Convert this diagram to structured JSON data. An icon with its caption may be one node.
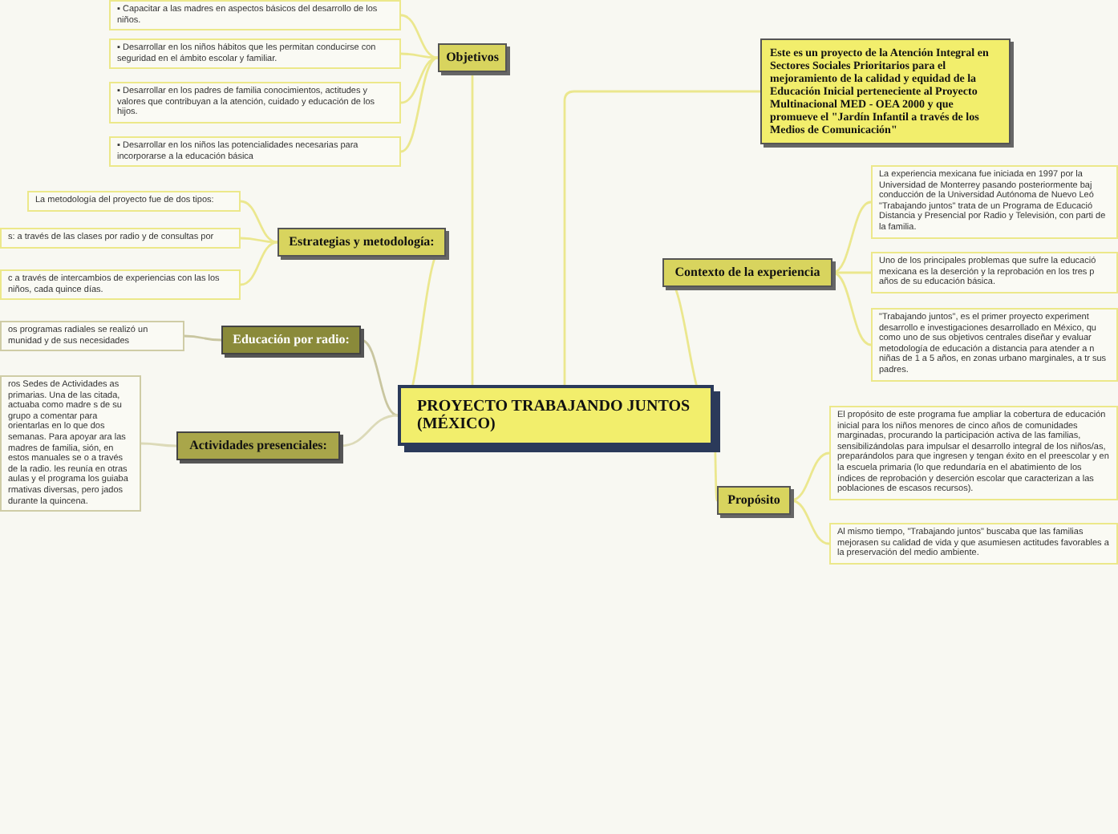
{
  "diagram": {
    "nodes": [
      {
        "text": [
          "PROYECTO TRABAJANDO JUNTOS (MÉXICO)"
        ]
      },
      {
        "text": [
          "Objetivos"
        ]
      },
      {
        "text": [
          "▪ Capacitar a las madres en aspectos básicos del desarrollo de los niños."
        ]
      },
      {
        "text": [
          "▪ Desarrollar en los niños hábitos que les permitan conducirse con seguridad en el ámbito escolar y familiar."
        ]
      },
      {
        "text": [
          "▪ Desarrollar en los padres de familia conocimientos, actitudes y valores que contribuyan a la atención, cuidado y educación de los hijos."
        ]
      },
      {
        "text": [
          "▪ Desarrollar en los niños las potencialidades necesarias para incorporarse a la educación básica"
        ]
      },
      {
        "text": [
          "Estrategias y metodología:"
        ]
      },
      {
        "text": [
          "La metodología del proyecto fue de dos tipos:"
        ]
      },
      {
        "text": [
          "s: a través de las clases por radio y de consultas por"
        ]
      },
      {
        "text": [
          "c a través de intercambios de experiencias con las los niños, cada quince días."
        ]
      },
      {
        "text": [
          "Educación por radio:"
        ]
      },
      {
        "text": [
          "os programas radiales se realizó un munidad y de sus necesidades"
        ]
      },
      {
        "text": [
          "Actividades presenciales:"
        ]
      },
      {
        "text": [
          "ros Sedes de Actividades as primarias. Una de las citada, actuaba como madre s de su grupo a comentar para orientarlas en lo que dos semanas. Para apoyar ara las madres de familia, sión, en estos manuales se o a través de la radio. les reunía en otras aulas y el programa los guiaba rmativas diversas, pero jados durante la quincena."
        ]
      },
      {
        "text": [
          "Este es un proyecto de la Atención Integral en Sectores Sociales Prioritarios para el mejoramiento de la calidad y equidad de la Educación Inicial perteneciente al Proyecto Multinacional MED - OEA 2000 y que promueve el \"Jardín Infantil a través de los Medios de Comunicación\""
        ]
      },
      {
        "text": [
          "Contexto de la experiencia"
        ]
      },
      {
        "text": [
          "La experiencia mexicana fue iniciada en 1997 por la Universidad de Monterrey pasando posteriormente baj conducción de la Universidad Autónoma de Nuevo Leó \"Trabajando juntos\" trata de un Programa de Educació Distancia y Presencial por Radio y Televisión, con parti de la familia."
        ]
      },
      {
        "text": [
          "Uno de los principales problemas que sufre la educació mexicana es la deserción y la reprobación en los tres p años de su educación básica."
        ]
      },
      {
        "text": [
          "\"Trabajando juntos\", es el primer proyecto experiment desarrollo e investigaciones desarrollado en México, qu como uno de sus objetivos centrales diseñar y evaluar metodología de educación a distancia para atender a n niñas de 1 a 5 años, en zonas urbano marginales, a tr sus padres."
        ]
      },
      {
        "text": [
          "Propósito"
        ]
      },
      {
        "text": [
          "El propósito de este programa fue ampliar la cobertura de educación inicial para los niños menores de cinco años de comunidades marginadas, procurando la participación activa de las familias, sensibilizándolas para impulsar el desarrollo integral de los niños/as, preparándolos para que ingresen y tengan éxito en el preescolar y en la escuela primaria (lo que redundaría en el abatimiento de los índices de reprobación y deserción escolar que caracterizan a las poblaciones de escasos recursos)."
        ]
      },
      {
        "text": [
          "Al mismo tiempo, \"Trabajando juntos\" buscaba que las familias mejorasen su calidad de vida y que asumiesen actitudes favorables a la preservación del medio ambiente."
        ]
      }
    ],
    "edges": [
      {
        "from": 0,
        "to": 1,
        "arrow": "none"
      },
      {
        "from": 1,
        "to": 2,
        "arrow": "none"
      },
      {
        "from": 1,
        "to": 3,
        "arrow": "none"
      },
      {
        "from": 1,
        "to": 4,
        "arrow": "none"
      },
      {
        "from": 1,
        "to": 5,
        "arrow": "none"
      },
      {
        "from": 0,
        "to": 6,
        "arrow": "none"
      },
      {
        "from": 6,
        "to": 7,
        "arrow": "none"
      },
      {
        "from": 6,
        "to": 8,
        "arrow": "none"
      },
      {
        "from": 6,
        "to": 9,
        "arrow": "none"
      },
      {
        "from": 0,
        "to": 10,
        "arrow": "none",
        "color": "#c9c6a0"
      },
      {
        "from": 10,
        "to": 11,
        "arrow": "none",
        "color": "#c9c6a0"
      },
      {
        "from": 0,
        "to": 12,
        "arrow": "none",
        "color": "#dcdab8"
      },
      {
        "from": 12,
        "to": 13,
        "arrow": "none",
        "color": "#dcdab8"
      },
      {
        "from": 0,
        "to": 14,
        "arrow": "none"
      },
      {
        "from": 0,
        "to": 15,
        "arrow": "none"
      },
      {
        "from": 15,
        "to": 16,
        "arrow": "none"
      },
      {
        "from": 15,
        "to": 17,
        "arrow": "none"
      },
      {
        "from": 15,
        "to": 18,
        "arrow": "none"
      },
      {
        "from": 0,
        "to": 19,
        "arrow": "none"
      },
      {
        "from": 19,
        "to": 20,
        "arrow": "none"
      },
      {
        "from": 19,
        "to": 21,
        "arrow": "none"
      }
    ]
  }
}
